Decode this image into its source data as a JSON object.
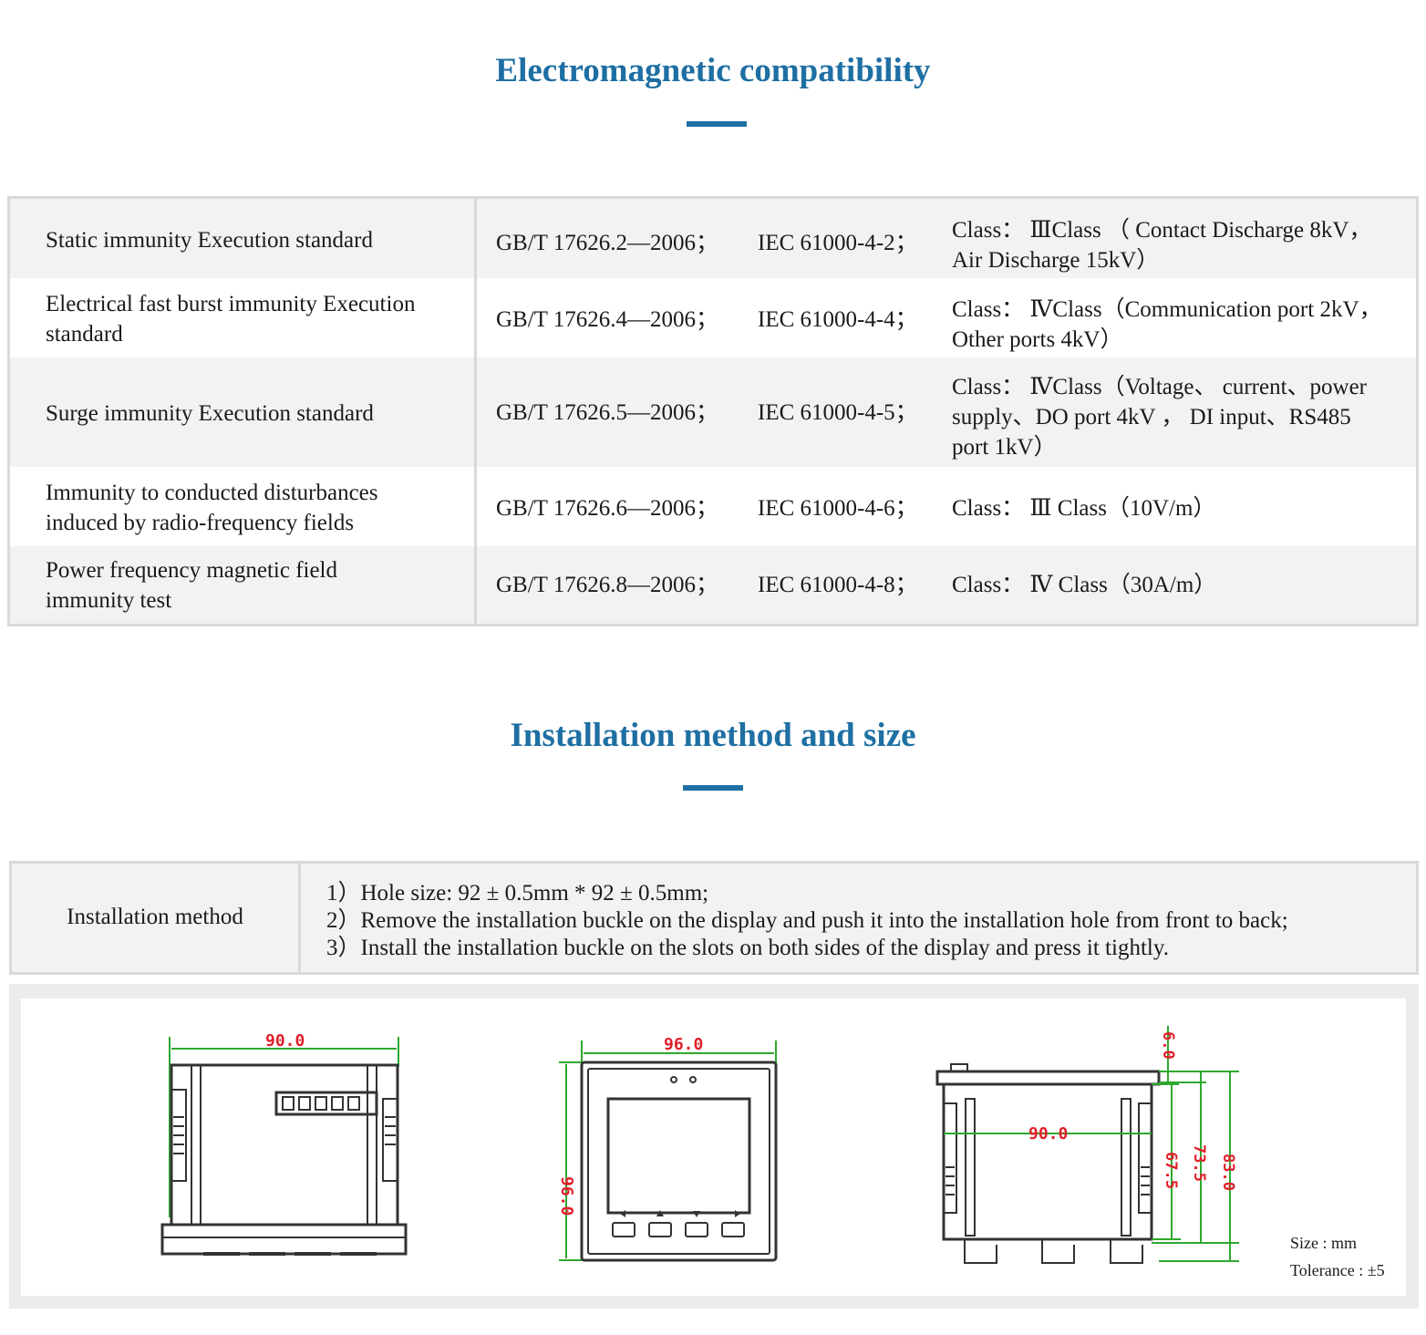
{
  "emc": {
    "title": "Electromagnetic compatibility",
    "rows": [
      {
        "name": "Static immunity Execution standard",
        "std1": "GB/T 17626.2—2006；",
        "std2": "IEC 61000-4-2；",
        "class_line1": "Class： ⅢClass （ Contact Discharge 8kV，",
        "class_line2": "Air Discharge 15kV）",
        "class_line3": ""
      },
      {
        "name": "Electrical fast burst immunity Execution standard",
        "std1": "GB/T 17626.4—2006；",
        "std2": "IEC 61000-4-4；",
        "class_line1": "Class： ⅣClass（Communication port 2kV，",
        "class_line2": "Other ports 4kV）",
        "class_line3": ""
      },
      {
        "name": "Surge immunity Execution standard",
        "std1": "GB/T 17626.5—2006；",
        "std2": "IEC 61000-4-5；",
        "class_line1": "Class： ⅣClass（Voltage、 current、power",
        "class_line2": "supply、DO port 4kV ， DI input、RS485",
        "class_line3": "port 1kV）"
      },
      {
        "name": "Immunity to conducted disturbances induced by radio-frequency fields",
        "std1": "GB/T 17626.6—2006；",
        "std2": "IEC 61000-4-6；",
        "class_line1": "Class： Ⅲ Class（10V/m）",
        "class_line2": "",
        "class_line3": ""
      },
      {
        "name": "Power frequency magnetic field immunity test",
        "std1": "GB/T 17626.8—2006；",
        "std2": "IEC 61000-4-8；",
        "class_line1": "Class： Ⅳ Class（30A/m）",
        "class_line2": "",
        "class_line3": ""
      }
    ]
  },
  "installation": {
    "title": "Installation method and size",
    "label": "Installation method",
    "steps": [
      "1）Hole size: 92 ± 0.5mm * 92 ± 0.5mm;",
      "2）Remove the installation buckle on the display and push it into the installation hole from front to back;",
      "3）Install the installation buckle on the slots on both sides of the display and press it tightly."
    ]
  },
  "drawings": {
    "top_view_width": "90.0",
    "front_view_width": "96.0",
    "front_view_height": "96.0",
    "side_view_panel": "6.0",
    "side_view_width": "90.0",
    "side_view_h1": "67.5",
    "side_view_h2": "73.5",
    "side_view_h3": "83.0",
    "size_label": "Size : mm",
    "tolerance_label": "Tolerance : ±5",
    "line_color": "#333333",
    "dimension_color": "#2fa82f",
    "dimension_text_color": "#e0202a"
  }
}
